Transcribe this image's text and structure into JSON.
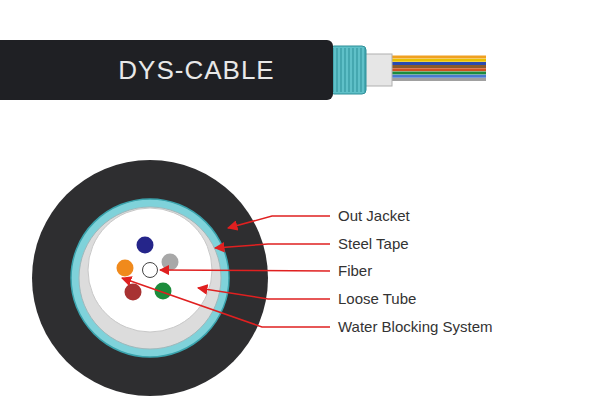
{
  "diagram": {
    "nodes": [
      {
        "text": [
          "DYS-CABLE"
        ]
      }
    ],
    "labels": [
      "Out Jacket",
      "Steel Tape",
      "Fiber",
      "Loose Tube",
      "Water Blocking System"
    ]
  }
}
